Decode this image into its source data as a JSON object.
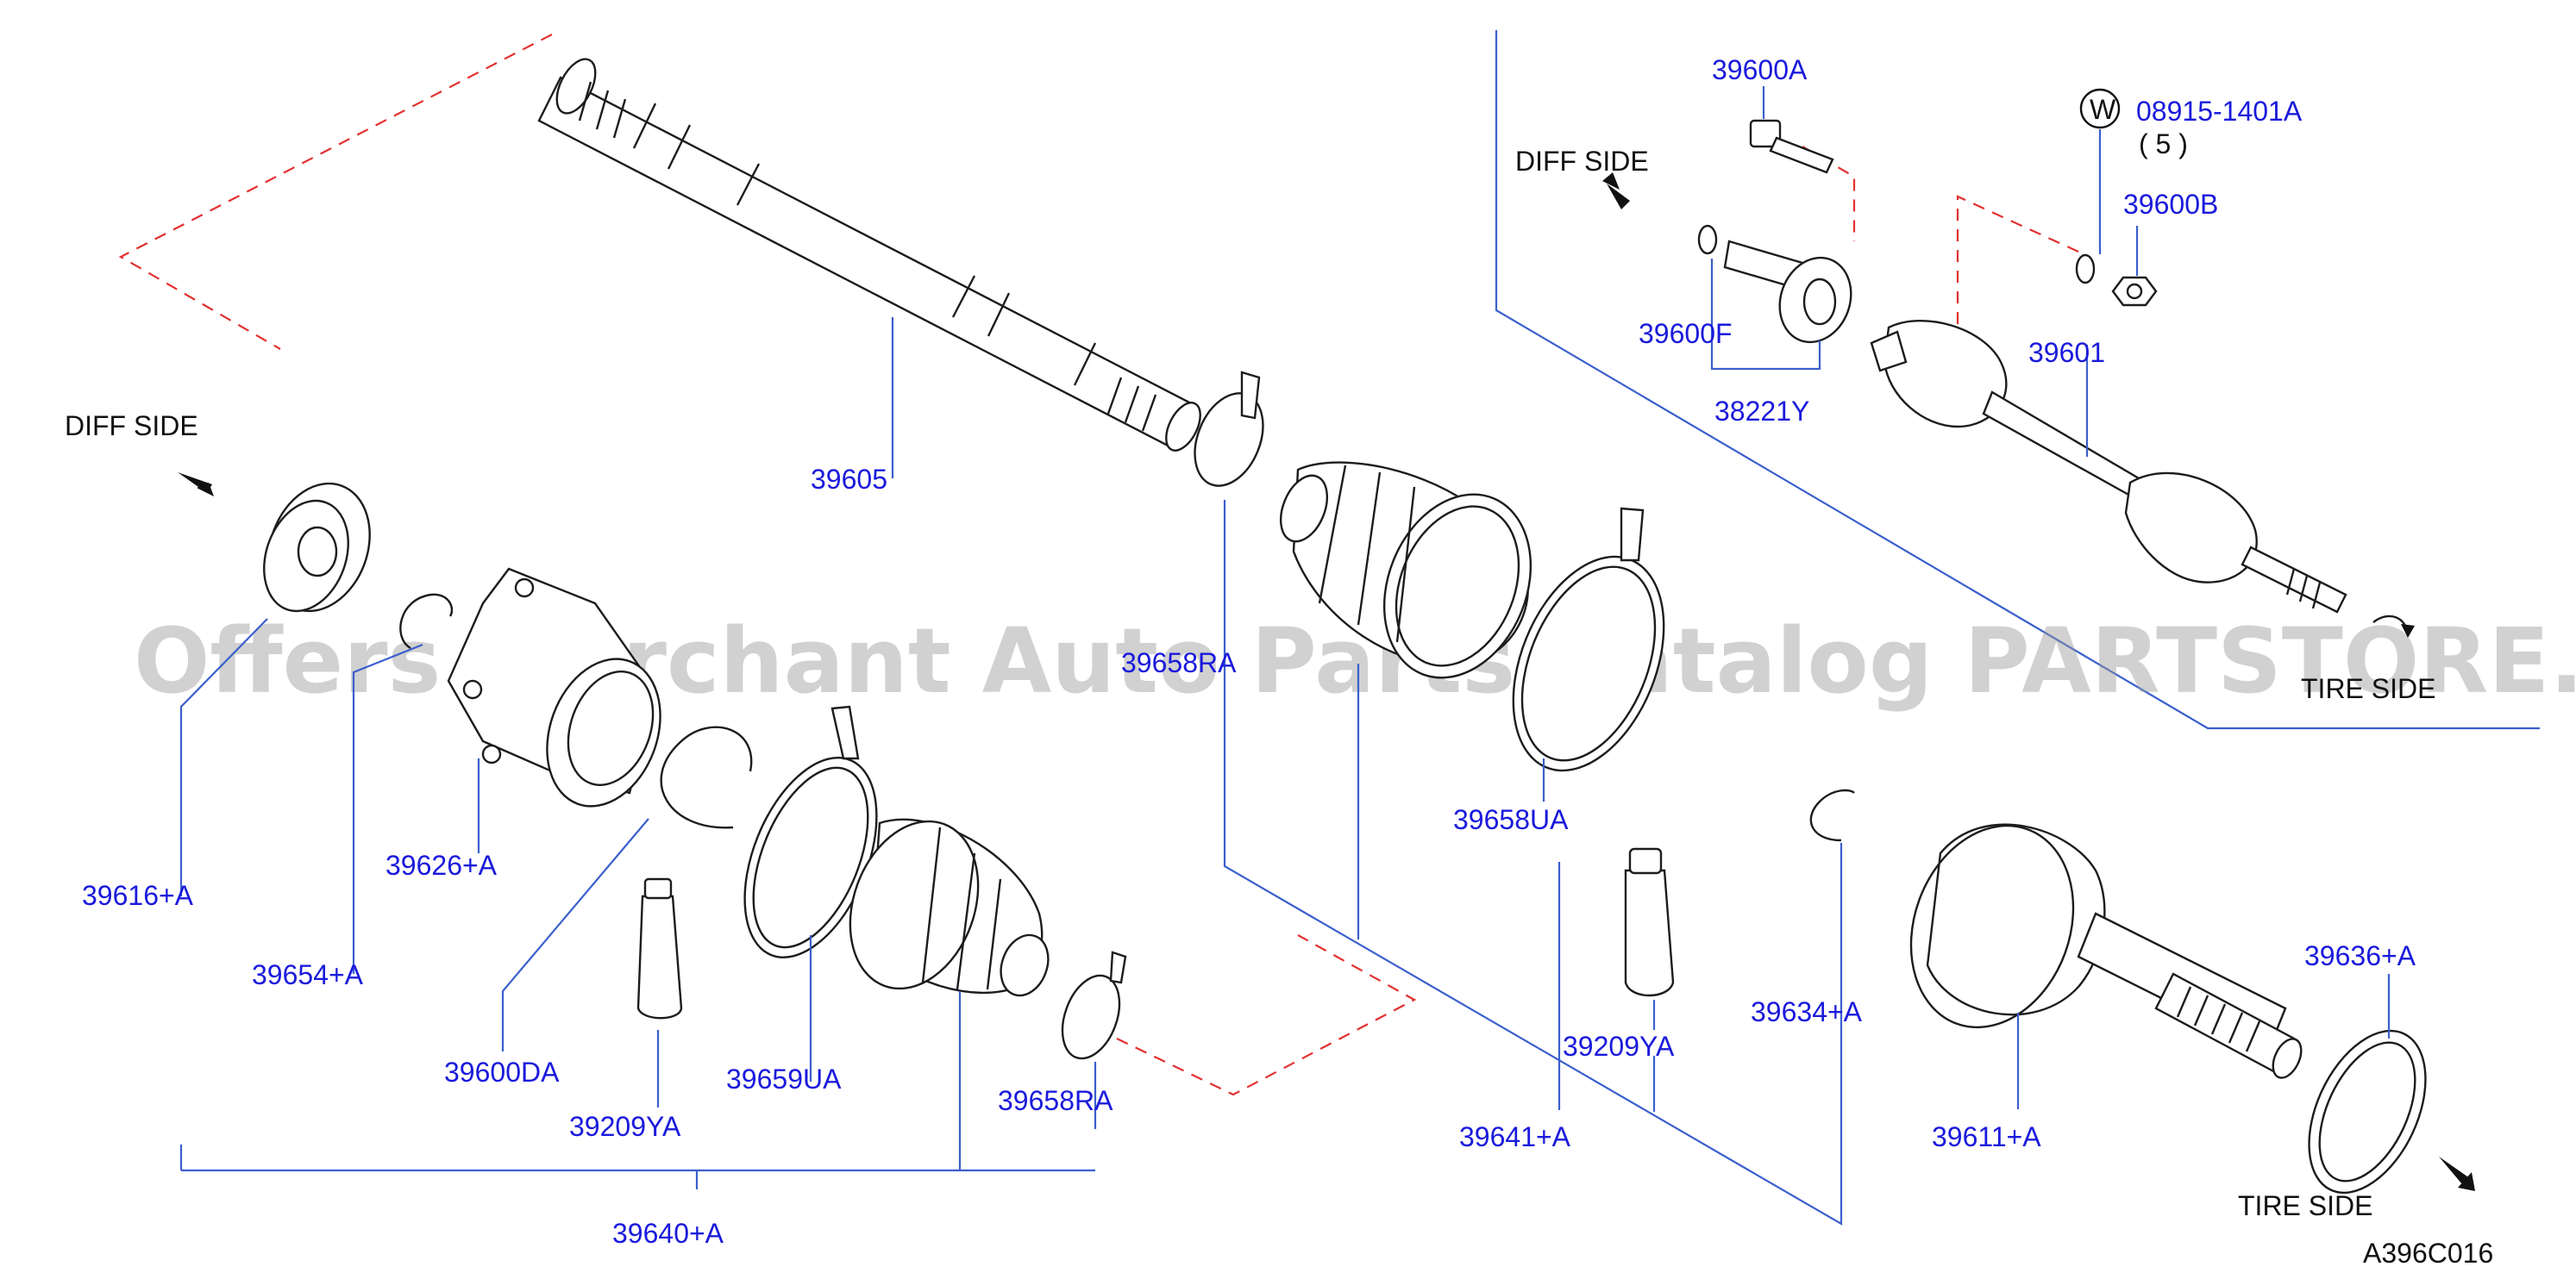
{
  "diagram_code": "A396C016",
  "watermark": "Offers Merchant Auto Parts Catalog PARTSTORE.SA",
  "side_labels": {
    "diff_left": "DIFF   SIDE",
    "diff_inset": "DIFF   SIDE",
    "tire_inset": "TIRE   SIDE",
    "tire_bottom": "TIRE   SIDE"
  },
  "callouts": {
    "p39605": "39605",
    "p39616": "39616+A",
    "p39626": "39626+A",
    "p39654": "39654+A",
    "p39600da": "39600DA",
    "p39209_left": "39209YA",
    "p39659": "39659UA",
    "p39658ra_lower": "39658RA",
    "p39640": "39640+A",
    "p39658ra_upper": "39658RA",
    "p39658ua": "39658UA",
    "p39209_right": "39209YA",
    "p39641": "39641+A",
    "p39634": "39634+A",
    "p39611": "39611+A",
    "p39636": "39636+A",
    "p39600a": "39600A",
    "p08915": "08915-1401A",
    "p08915_qty": "( 5 )",
    "washer_symbol": "W",
    "p39600b": "39600B",
    "p39600f": "39600F",
    "p38221y": "38221Y",
    "p39601": "39601"
  },
  "colors": {
    "callout_text": "#1a1adc",
    "leader_line": "#3a5fcd",
    "dashed_line": "#e23030",
    "outline": "#1c1c1c"
  }
}
